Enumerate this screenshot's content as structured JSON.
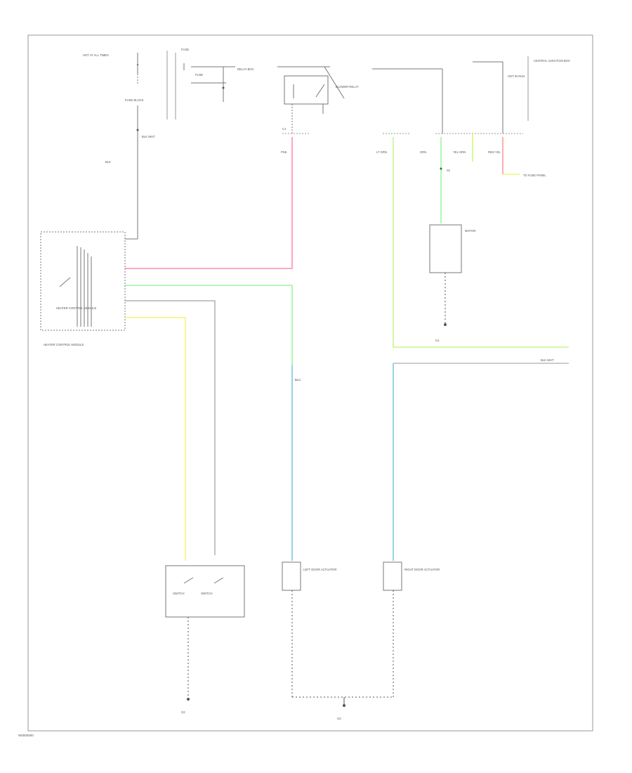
{
  "colors": {
    "frame": "#999999",
    "wire_gray": "#777777",
    "wire_pink": "#ff8cb8",
    "wire_green": "#9ef59e",
    "wire_yellow": "#f4f47a",
    "wire_blue": "#7fc8d8",
    "wire_black": "#555555"
  },
  "labels": {
    "hot_at_all_times_left": "HOT AT ALL TIMES",
    "fuse_block_top": "FUSE BLOCK",
    "fuse_a": "FUSE",
    "fuse_b": "FUSE",
    "relay_box": "RELAY BOX",
    "blower_relay": "BLOWER RELAY",
    "hot_in_run_right": "HOT IN RUN",
    "central_junction": "CENTRAL JUNCTION BOX",
    "wire_grn": "GRN",
    "wire_pnk": "PNK",
    "wire_lt_grn": "LT GRN",
    "wire_yel_grn": "YEL GRN",
    "wire_red_yel": "RED YEL",
    "wire_blk_wht": "BLK WHT",
    "wire_blk": "BLK",
    "wire_blu": "BLU",
    "connector_c1": "C1",
    "splice_s1": "S1",
    "left_module": "HEATER CONTROL MODULE",
    "motor": "MOTOR",
    "ground_g1": "G1",
    "ground_g2": "G2",
    "ground_g3": "G3",
    "switch_a": "SWITCH",
    "switch_b": "SWITCH",
    "left_door": "LEFT DOOR ACTUATOR",
    "right_door": "RIGHT DOOR ACTUATOR",
    "to_fuse_panel": "TO FUSE PANEL",
    "diagram_code": "W0000000"
  }
}
